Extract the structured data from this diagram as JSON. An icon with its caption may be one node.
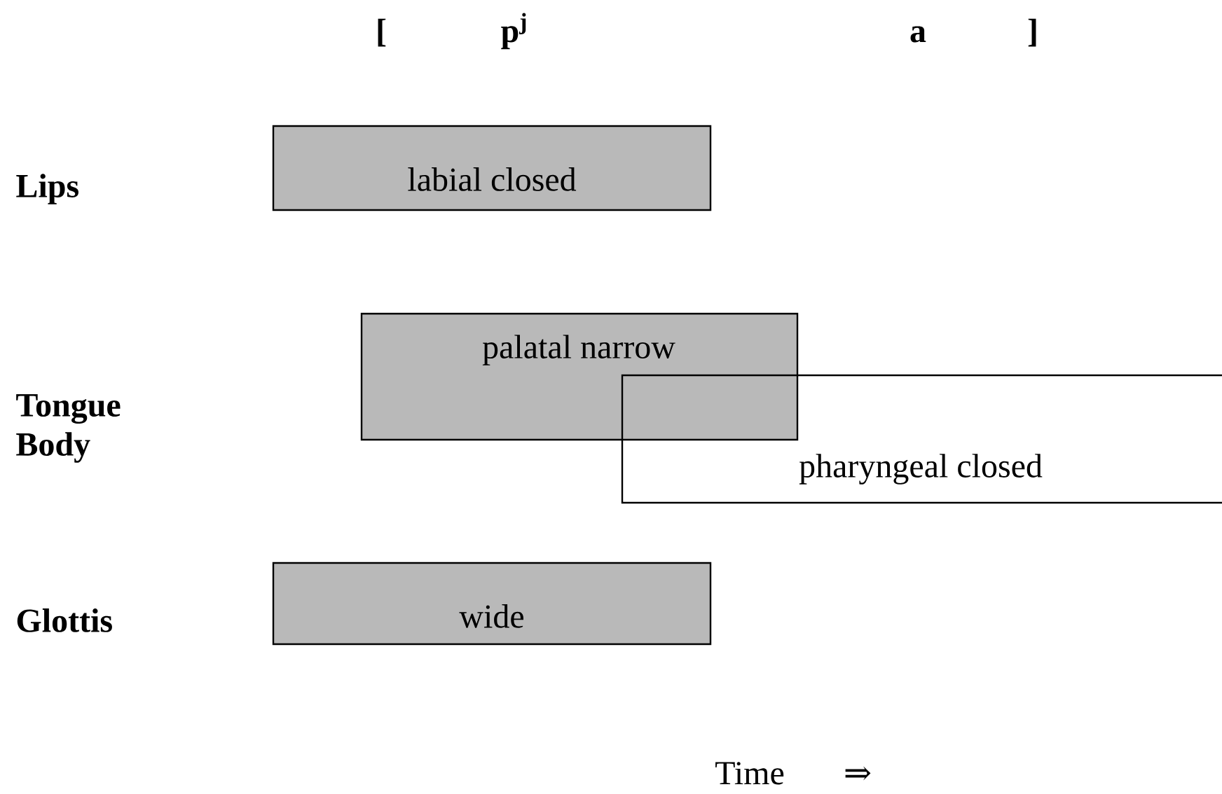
{
  "diagram": {
    "nodes": [
      {
        "text": [
          "labial closed"
        ]
      },
      {
        "text": [
          "palatal narrow"
        ]
      },
      {
        "text": [
          "pharyngeal closed"
        ]
      },
      {
        "text": [
          "wide"
        ]
      }
    ],
    "labels": [
      "[",
      "p$^{j}$",
      "a",
      "]",
      "Lips",
      "Tongue Body",
      "Glottis",
      "Time",
      "⇒"
    ]
  }
}
